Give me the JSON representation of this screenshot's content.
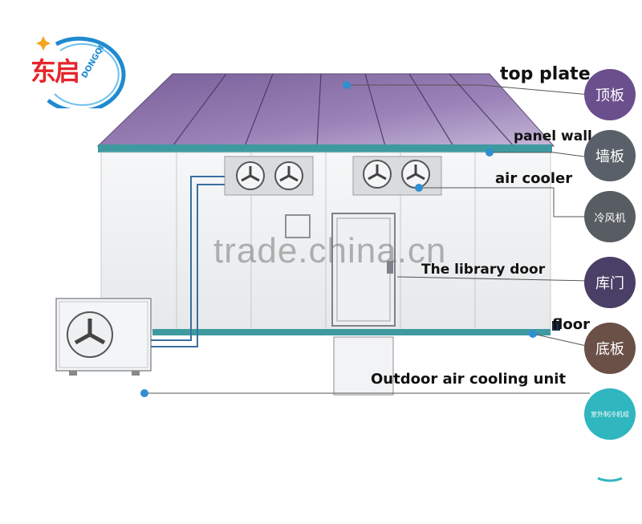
{
  "logo": {
    "brand_cn": "东启",
    "brand_en": "DONGQI"
  },
  "watermark": "trade.china.cn",
  "labels": {
    "top_plate": "top plate",
    "panel_wall": "panel wall",
    "air_cooler": "air cooler",
    "library_door": "The library door",
    "floor": "floor",
    "outdoor_unit": "Outdoor air cooling unit"
  },
  "circles": [
    {
      "key": "roof",
      "text": "顶板",
      "color": "#6b4f8d"
    },
    {
      "key": "wall",
      "text": "墙板",
      "color": "#5a6069"
    },
    {
      "key": "cooler",
      "text": "冷风机",
      "color": "#585c63"
    },
    {
      "key": "door",
      "text": "库门",
      "color": "#4a3f66"
    },
    {
      "key": "floor",
      "text": "底板",
      "color": "#6a5046"
    },
    {
      "key": "outdoor",
      "text": "室外制冷机组",
      "color": "#2fb6bf"
    }
  ],
  "colors": {
    "roof": "#8a6fa8",
    "trim": "#3e9aa0",
    "panel": "#f1f2f3",
    "pointer": "#2f8fd0"
  }
}
